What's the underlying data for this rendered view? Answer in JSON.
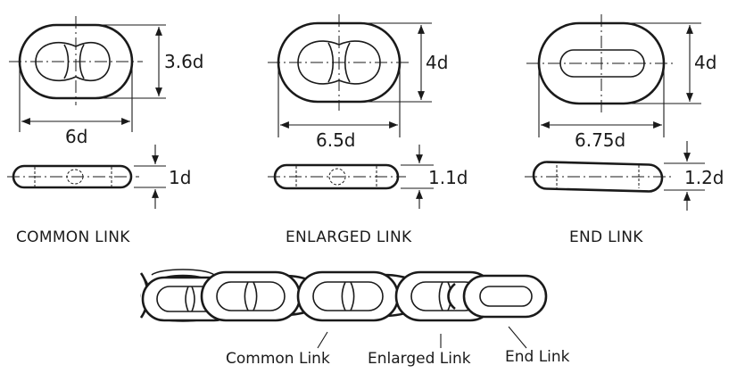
{
  "dimensions": {
    "common_height": "3.6d",
    "common_length": "6d",
    "common_thickness": "1d",
    "enlarged_height": "4d",
    "enlarged_length": "6.5d",
    "enlarged_thickness": "1.1d",
    "end_height": "4d",
    "end_length": "6.75d",
    "end_thickness": "1.2d"
  },
  "captions": {
    "common": "COMMON LINK",
    "enlarged": "ENLARGED LINK",
    "end": "END LINK"
  },
  "chain_labels": {
    "common": "Common Link",
    "enlarged": "Enlarged Link",
    "end": "End Link"
  }
}
